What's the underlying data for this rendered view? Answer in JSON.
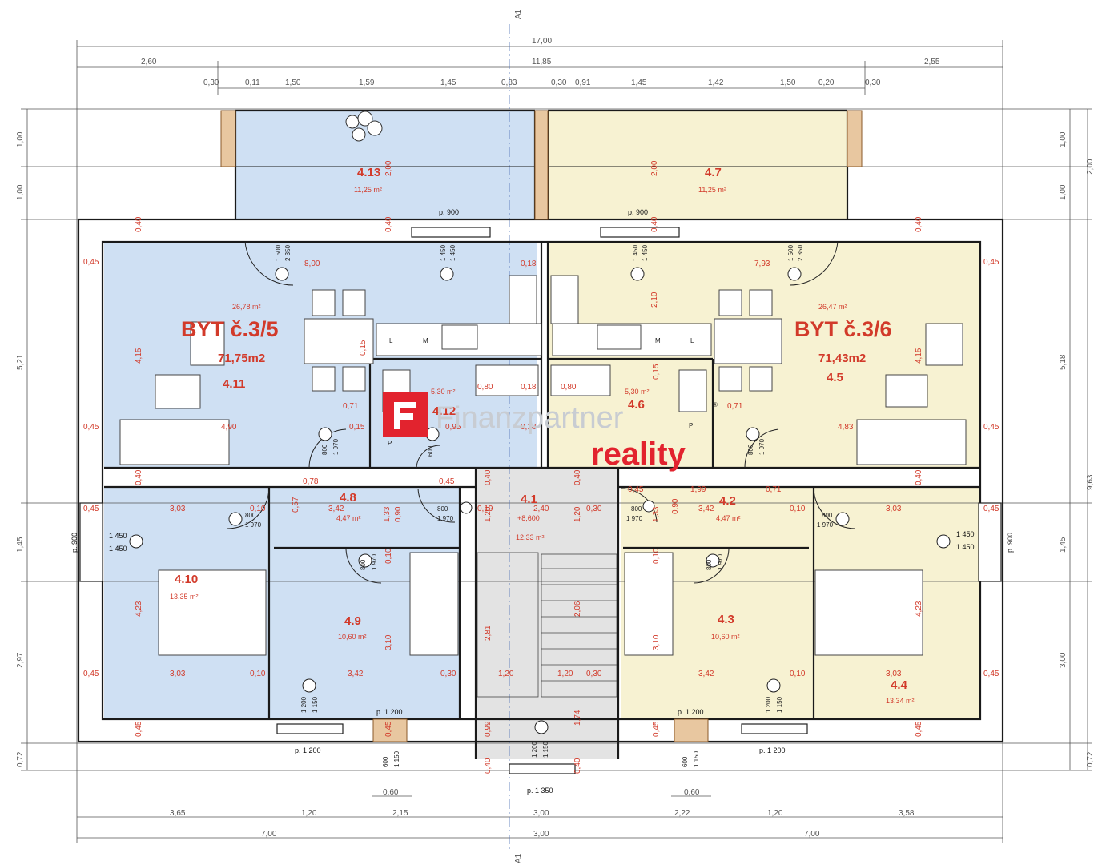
{
  "axis_label": "A1",
  "overall_dims": {
    "total": "17,00",
    "left": "2,60",
    "middle": "11,85",
    "right": "2,55",
    "bottom_left": "7,00",
    "bottom_mid": "3,00",
    "bottom_right": "7,00"
  },
  "top_chain": [
    "0,30",
    "0,11",
    "1,50",
    "1,59",
    "1,45",
    "0,83",
    "0,30",
    "0,91",
    "1,45",
    "1,42",
    "1,50",
    "0,20",
    "0,30"
  ],
  "bottom_chain": [
    "3,65",
    "1,20",
    "2,15",
    "3,00",
    "2,22",
    "1,20",
    "3,58"
  ],
  "left_dims": [
    "1,00",
    "1,00",
    "5,21",
    "1,45",
    "2,97",
    "0,72"
  ],
  "right_dims": [
    "1,00",
    "2,00",
    "1,00",
    "5,18",
    "9,63",
    "1,45",
    "3,00",
    "0,72"
  ],
  "apartments": [
    {
      "name": "BYT č.3/5",
      "area": "71,75m2"
    },
    {
      "name": "BYT č.3/6",
      "area": "71,43m2"
    }
  ],
  "rooms": {
    "r413": {
      "num": "4.13",
      "area": "11,25 m²"
    },
    "r47": {
      "num": "4.7",
      "area": "11,25 m²"
    },
    "r411": {
      "num": "4.11",
      "area": "26,78 m²"
    },
    "r45": {
      "num": "4.5",
      "area": "26,47 m²"
    },
    "r412": {
      "num": "4.12",
      "area": "5,30 m²"
    },
    "r46": {
      "num": "4.6",
      "area": "5,30 m²"
    },
    "r48": {
      "num": "4.8",
      "area": "4,47 m²"
    },
    "r42": {
      "num": "4.2",
      "area": "4,47 m²"
    },
    "r41": {
      "num": "4.1",
      "area": "12,33 m²",
      "level": "+8,600"
    },
    "r410": {
      "num": "4.10",
      "area": "13,35 m²"
    },
    "r49": {
      "num": "4.9",
      "area": "10,60 m²"
    },
    "r43": {
      "num": "4.3",
      "area": "10,60 m²"
    },
    "r44": {
      "num": "4.4",
      "area": "13,34 m²"
    }
  },
  "inner_dims": {
    "d800": "8,00",
    "d793": "7,93",
    "d490": "4,90",
    "d483": "4,83",
    "d415": "4,15",
    "d303": "3,03",
    "d342": "3,42",
    "d240": "2,40",
    "d199": "1,99",
    "d078": "0,78",
    "d071": "0,71",
    "d045": "0,45",
    "d040": "0,40",
    "d010": "0,10",
    "d030": "0,30",
    "d120": "1,20",
    "d423": "4,23",
    "d310": "3,10",
    "d281": "2,81",
    "d206": "2,06",
    "d174": "1,74",
    "d099": "0,99",
    "d060": "0,60",
    "d210": "2,10",
    "d018": "0,18",
    "d080": "0,80",
    "d019": "0,19",
    "d057": "0,57",
    "d133": "1,33",
    "d090": "0,90",
    "d015": "0,15",
    "d095": "0,95",
    "d200": "2,00"
  },
  "windows": {
    "p900": "p. 900",
    "p1200": "p. 1 200",
    "p1350": "p. 1 350",
    "h1450": "1 450",
    "h2350": "2 350",
    "h1500": "1 500",
    "h1150": "1 150",
    "h1200": "1 200",
    "h600": "600",
    "door800": "800",
    "door1970": "1 970"
  },
  "kitchen": {
    "m": "M",
    "l": "L",
    "p": "P"
  },
  "brand": {
    "name": "Finanzpartner",
    "sub": "reality",
    "mark": "®"
  },
  "colors": {
    "blue_unit": "#cfe0f3",
    "yellow_unit": "#f7f2d2",
    "stair": "#e3e3e3",
    "red_text": "#d23a2a",
    "brand_red": "#e2232e",
    "wall": "#1a1a1a"
  }
}
